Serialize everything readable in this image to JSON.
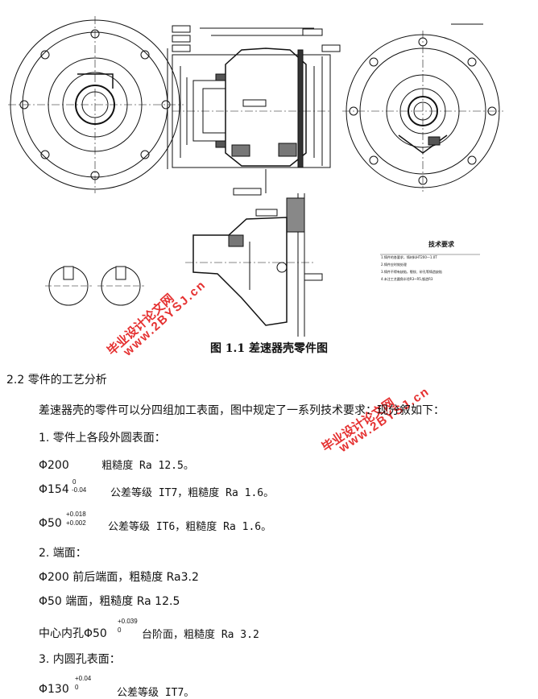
{
  "figure": {
    "caption": "图 1.1 差速器壳零件图",
    "tech_title": "技术要求",
    "tech_lines": [
      "1.铸件的各要求，铸材料HT200—1.0T",
      "2.铸件应时效处理",
      "3.铸件不得有缺陷，裂纹、砂孔等铸造缺陷",
      "4.未注工艺圆角半径R3~R5,锻造R3"
    ]
  },
  "watermark": {
    "text_cn": "毕业设计论文网",
    "text_url": "www.2BYSJ.cn",
    "color": "#e53030"
  },
  "section": {
    "heading": "2.2 零件的工艺分析",
    "intro": "差速器壳的零件可以分四组加工表面，图中规定了一系列技术要求：现分叙如下：",
    "group1_title": "1. 零件上各段外圆表面：",
    "g1_l1_a": "Φ200",
    "g1_l1_b": "粗糙度 Ra 12.5。",
    "g1_l2_a": "Φ154",
    "g1_l2_up": "0",
    "g1_l2_low": "-0.04",
    "g1_l2_b": "公差等级 IT7，粗糙度 Ra 1.6。",
    "g1_l3_a": "Φ50",
    "g1_l3_up": "+0.018",
    "g1_l3_low": "+0.002",
    "g1_l3_b": "公差等级 IT6，粗糙度 Ra 1.6。",
    "group2_title": "2. 端面：",
    "g2_l1": "Φ200 前后端面，粗糙度 Ra3.2",
    "g2_l2": "Φ50 端面，粗糙度 Ra 12.5",
    "g2_l3_a": "中心内孔Φ50",
    "g2_l3_up": "+0.039",
    "g2_l3_low": "0",
    "g2_l3_b": "台阶面，粗糙度 Ra 3.2",
    "group3_title": "3. 内圆孔表面：",
    "g3_l1_a": "Φ130",
    "g3_l1_up": "+0.04",
    "g3_l1_low": "0",
    "g3_l1_b": "公差等级 IT7。"
  }
}
